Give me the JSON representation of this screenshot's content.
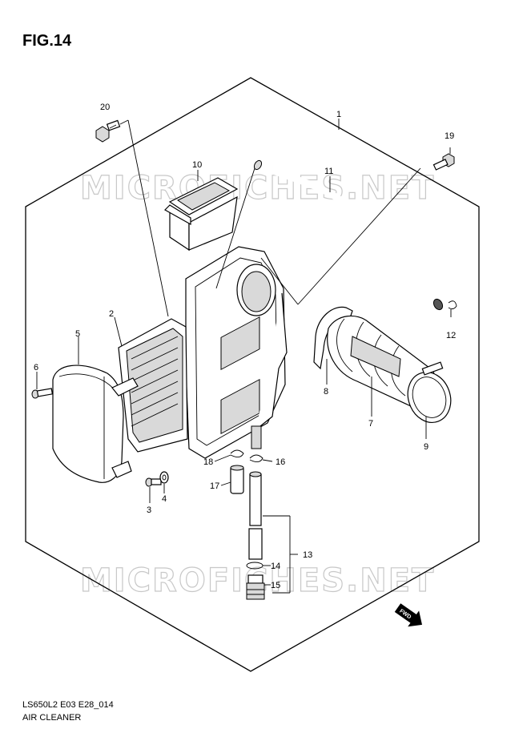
{
  "figure": {
    "title": "FIG.14",
    "code": "LS650L2 E03 E28_014",
    "name": "AIR CLEANER"
  },
  "watermark": "MICROFICHES.NET",
  "fwd_label": "FWD",
  "callouts": [
    "1",
    "2",
    "3",
    "4",
    "5",
    "6",
    "7",
    "8",
    "9",
    "10",
    "11",
    "12",
    "13",
    "14",
    "15",
    "16",
    "17",
    "18",
    "19",
    "20"
  ]
}
